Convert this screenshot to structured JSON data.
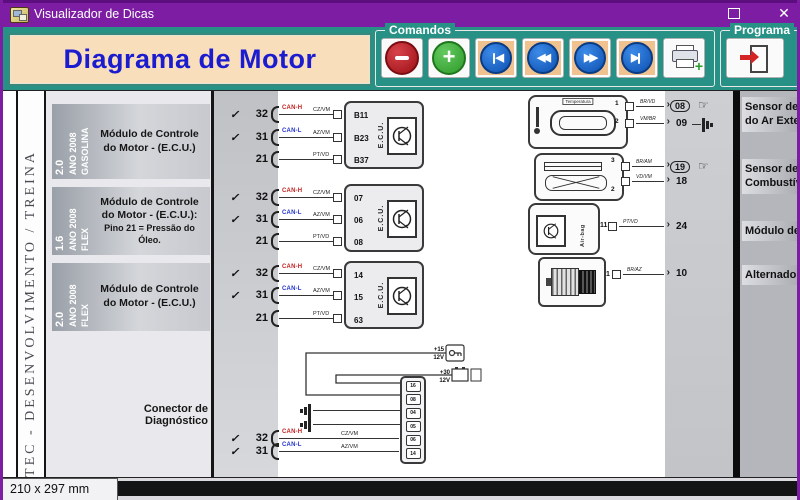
{
  "window": {
    "title": "Visualizador de Dicas"
  },
  "header": {
    "page_title": "Diagrama de Motor",
    "comandos": "Comandos",
    "programa": "Programa"
  },
  "icons": {
    "close": "✕",
    "tri_left": "◀",
    "tri_left2": "◀◀",
    "tri_right": "▶",
    "tri_right2": "▶▶",
    "plus": "+",
    "hand": "☞",
    "chevron": "›"
  },
  "sidebar": {
    "vertical_text": "TEC - DESENVOLVIMENTO / TREINA",
    "modules": [
      {
        "ver": "2.0",
        "ano": "ANO 2008",
        "fuel": "GASOLINA",
        "line1": "Módulo de Controle",
        "line2": "do Motor - (E.C.U.)",
        "line3": ""
      },
      {
        "ver": "1.6",
        "ano": "ANO 2008",
        "fuel": "FLEX",
        "line1": "Módulo de Controle",
        "line2": "do Motor - (E.C.U.):",
        "line3": "Pino 21 = Pressão do Óleo."
      },
      {
        "ver": "2.0",
        "ano": "ANO 2008",
        "fuel": "FLEX",
        "line1": "Módulo de Controle",
        "line2": "do Motor - (E.C.U.)",
        "line3": ""
      }
    ],
    "diagnostic_label": "Conector de Diagnóstico"
  },
  "diagram": {
    "ecu_label": "E.C.U.",
    "groups": [
      {
        "r": [
          {
            "c": "✓",
            "n": "32",
            "bus": "CAN-H",
            "w": "CZ/VM",
            "p": "B11"
          },
          {
            "c": "✓",
            "n": "31",
            "bus": "CAN-L",
            "w": "AZ/VM",
            "p": "B23"
          },
          {
            "c": "",
            "n": "21",
            "bus": "",
            "w": "PT/VD",
            "p": "B37"
          }
        ]
      },
      {
        "r": [
          {
            "c": "✓",
            "n": "32",
            "bus": "CAN-H",
            "w": "CZ/VM",
            "p": "07"
          },
          {
            "c": "✓",
            "n": "31",
            "bus": "CAN-L",
            "w": "AZ/VM",
            "p": "06"
          },
          {
            "c": "",
            "n": "21",
            "bus": "",
            "w": "PT/VD",
            "p": "08"
          }
        ]
      },
      {
        "r": [
          {
            "c": "✓",
            "n": "32",
            "bus": "CAN-H",
            "w": "CZ/VM",
            "p": "14"
          },
          {
            "c": "✓",
            "n": "31",
            "bus": "CAN-L",
            "w": "AZ/VM",
            "p": "15"
          },
          {
            "c": "",
            "n": "21",
            "bus": "",
            "w": "PT/VD",
            "p": "63"
          }
        ]
      }
    ],
    "diag": {
      "rows": [
        {
          "c": "✓",
          "n": "32",
          "bus": "CAN-H",
          "w": "CZ/VM"
        },
        {
          "c": "✓",
          "n": "31",
          "bus": "CAN-L",
          "w": "AZ/VM"
        }
      ],
      "pins": [
        "16",
        "08",
        "04",
        "05",
        "06",
        "14"
      ],
      "p15": "+15",
      "v15": "12V",
      "p30": "+30",
      "v30": "12V"
    },
    "right": {
      "temp_label": "Temperatura",
      "airbag_label": "Air-bag",
      "cpins": {
        "t1": "1",
        "t2": "2",
        "f1": "3",
        "f2": "2",
        "ab": "11",
        "alt": "1"
      },
      "pins": [
        {
          "n": "08",
          "w": "BR/VD"
        },
        {
          "n": "09",
          "w": "VM/BR"
        },
        {
          "n": "19",
          "w": "BR/AM"
        },
        {
          "n": "18",
          "w": "VD/VM"
        },
        {
          "n": "24",
          "w": "PT/VD"
        },
        {
          "n": "10",
          "w": "BR/AZ"
        }
      ],
      "labels": [
        {
          "l1": "Sensor de",
          "l2": "do Ar Exte"
        },
        {
          "l1": "Sensor de",
          "l2": "Combustív"
        },
        {
          "l1": "Módulo de",
          "l2": ""
        },
        {
          "l1": "Alternado",
          "l2": ""
        }
      ]
    }
  },
  "statusbar": {
    "size": "210 x 297 mm"
  }
}
